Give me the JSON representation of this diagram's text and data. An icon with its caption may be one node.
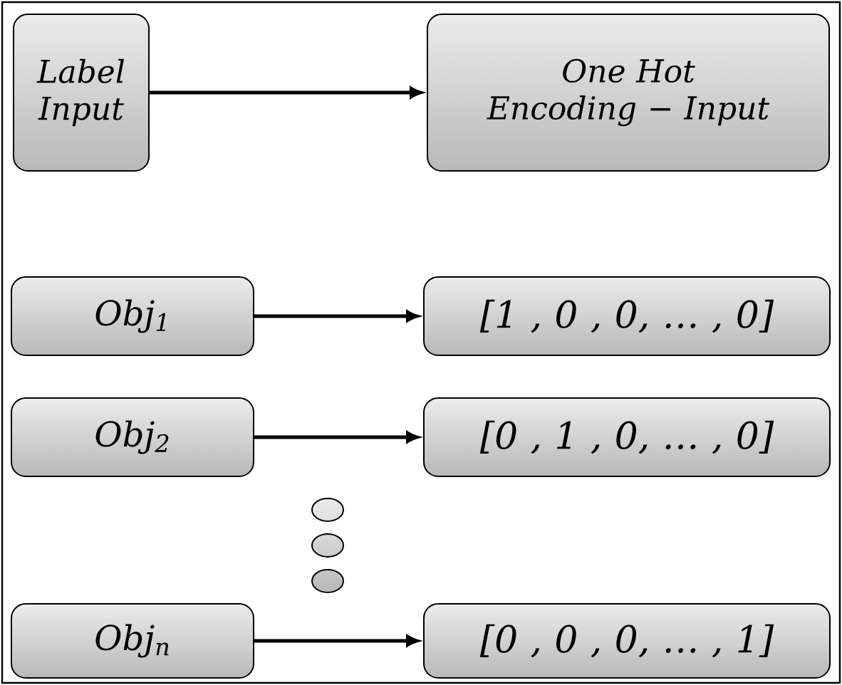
{
  "diagram": {
    "nodes": [
      {
        "text": [
          "Label Input"
        ]
      },
      {
        "text": [
          "One Hot Encoding − Input"
        ]
      },
      {
        "text": [
          "Obj$_{1}$"
        ]
      },
      {
        "text": [
          "[1 , 0 , 0, … , 0]"
        ]
      },
      {
        "text": [
          "Obj$_{2}$"
        ]
      },
      {
        "text": [
          "[0 , 1 , 0, … , 0]"
        ]
      },
      {
        "text": [
          "Obj$_{n}$"
        ]
      },
      {
        "text": [
          "[0 , 0 , 0, … , 1]"
        ]
      }
    ],
    "edges": [
      {
        "from": 0,
        "to": 1,
        "arrow": "to"
      },
      {
        "from": 2,
        "to": 3,
        "arrow": "to"
      },
      {
        "from": 4,
        "to": 5,
        "arrow": "to"
      },
      {
        "from": 6,
        "to": 7,
        "arrow": "to"
      }
    ]
  }
}
